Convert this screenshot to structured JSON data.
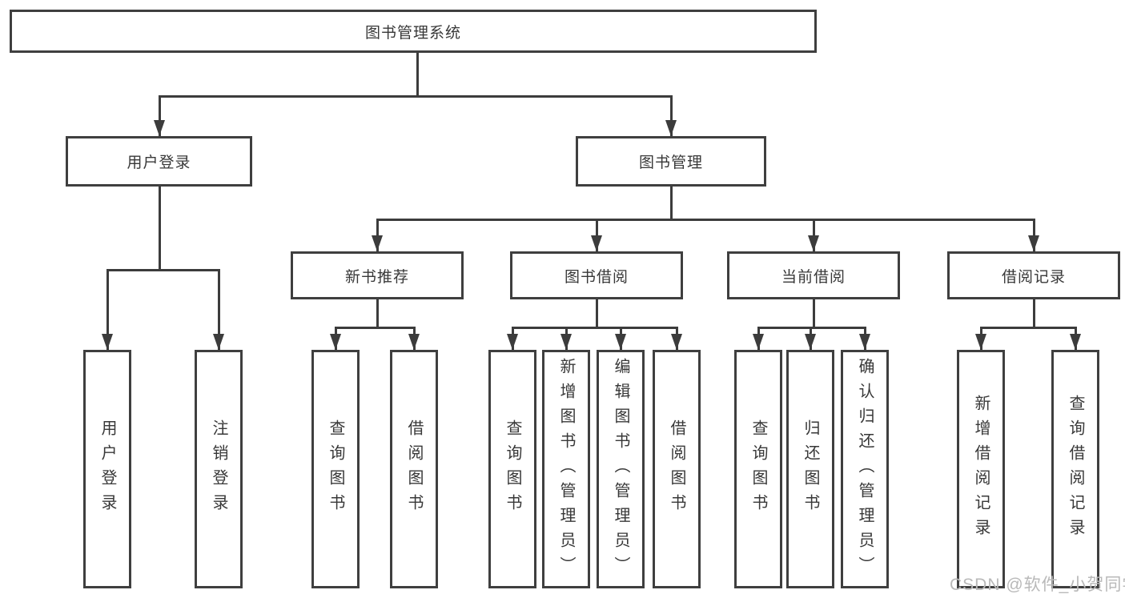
{
  "colors": {
    "line": "#3c3c3c",
    "box_border": "#3f3f3f",
    "text": "#383838",
    "background": "#ffffff",
    "watermark_text_color": "#b9b9b9"
  },
  "diagram": {
    "root": {
      "label": "图书管理系统"
    },
    "level2": [
      {
        "label": "用户登录",
        "parent": "图书管理系统"
      },
      {
        "label": "图书管理",
        "parent": "图书管理系统"
      }
    ],
    "level3": [
      {
        "label": "新书推荐",
        "parent": "图书管理"
      },
      {
        "label": "图书借阅",
        "parent": "图书管理"
      },
      {
        "label": "当前借阅",
        "parent": "图书管理"
      },
      {
        "label": "借阅记录",
        "parent": "图书管理"
      }
    ],
    "leaves": [
      {
        "label": "用户登录",
        "parent": "用户登录"
      },
      {
        "label": "注销登录",
        "parent": "用户登录"
      },
      {
        "label": "查询图书",
        "parent": "新书推荐"
      },
      {
        "label": "借阅图书",
        "parent": "新书推荐"
      },
      {
        "label": "查询图书",
        "parent": "图书借阅"
      },
      {
        "label": "新增图书（管理员）",
        "parent": "图书借阅"
      },
      {
        "label": "编辑图书（管理员）",
        "parent": "图书借阅"
      },
      {
        "label": "借阅图书",
        "parent": "图书借阅"
      },
      {
        "label": "查询图书",
        "parent": "当前借阅"
      },
      {
        "label": "归还图书",
        "parent": "当前借阅"
      },
      {
        "label": "确认归还（管理员）",
        "parent": "当前借阅"
      },
      {
        "label": "新增借阅记录",
        "parent": "借阅记录"
      },
      {
        "label": "查询借阅记录",
        "parent": "借阅记录"
      }
    ],
    "watermark": "CSDN @软件_小贺同学"
  }
}
